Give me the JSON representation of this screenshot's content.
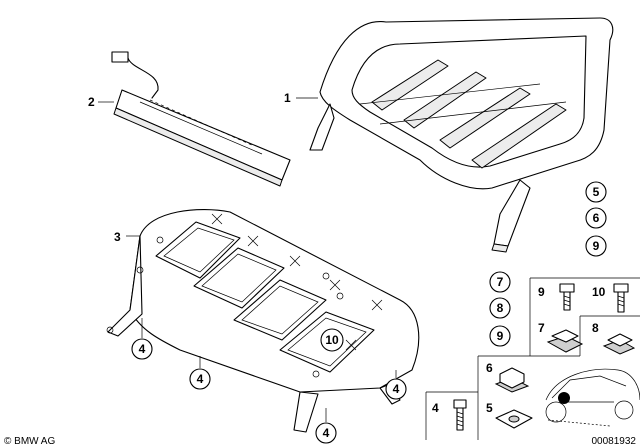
{
  "callouts": {
    "c1": "1",
    "c2": "2",
    "c3": "3",
    "c4a": "4",
    "c4b": "4",
    "c4c": "4",
    "c4d": "4",
    "c5": "5",
    "c6": "6",
    "c9a": "9",
    "c7": "7",
    "c8": "8",
    "c9b": "9",
    "c10": "10"
  },
  "legend": {
    "l9": "9",
    "l10": "10",
    "l7": "7",
    "l8": "8",
    "l6": "6",
    "l4": "4",
    "l5": "5"
  },
  "footer": {
    "copyright": "© BMW AG",
    "diagram_number": "00081932"
  }
}
